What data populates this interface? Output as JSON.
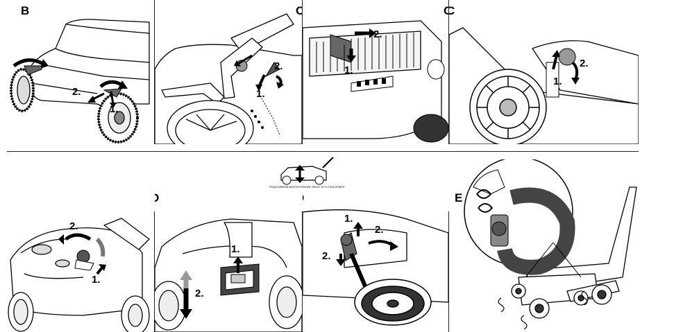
{
  "panels": {
    "b1": {
      "letter": "B",
      "step1": "1.",
      "step2": "2."
    },
    "c1": {
      "letter": "C",
      "step1": "1.",
      "step2": "2."
    },
    "c2": {
      "letter": "C",
      "step1": "1.",
      "step2": "2."
    },
    "c3": {
      "letter": "C",
      "step1": "1.",
      "step2": "2."
    },
    "d0": {
      "step1": "1.",
      "step2": "2."
    },
    "d1": {
      "letter": "D",
      "step1": "1.",
      "step2": "2."
    },
    "d2": {
      "letter": "D",
      "step1": "1.",
      "step2": "2."
    },
    "e1": {
      "letter": "E"
    }
  },
  "height_icon": {
    "caption": "ПРЕДСТАВЛЕНИЕ ВЫСОТЫ РЕЗАНИЯ / HEIGHT OF CUT ADJUSTMENT"
  }
}
